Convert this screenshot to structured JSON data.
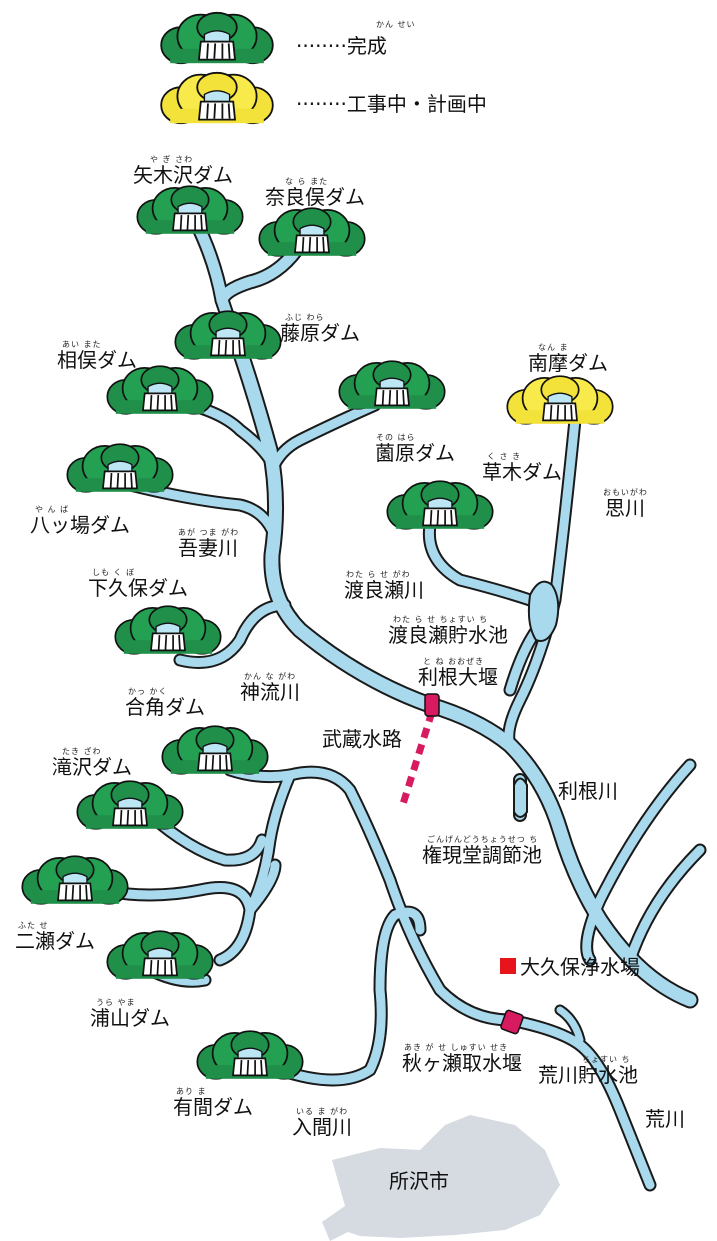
{
  "legend": {
    "completed": {
      "dots": "········",
      "label": "完成",
      "ruby": "かん せい",
      "color": "#1f8f4a"
    },
    "planned": {
      "dots": "········",
      "label": "工事中・計画中",
      "color": "#f2e23a"
    }
  },
  "colors": {
    "river": "#a9d9ec",
    "river_outline": "#1a1a1a",
    "dam_done": "#1f8f4a",
    "dam_plan": "#f2e23a",
    "weir": "#d81b60",
    "plant": "#e8141c",
    "city": "#d5dbe0"
  },
  "dams": [
    {
      "id": "yagisawa",
      "name": "矢木沢ダム",
      "ruby": "や ぎ さわ",
      "status": "complete"
    },
    {
      "id": "narамata",
      "name": "奈良俣ダム",
      "ruby": "な ら また",
      "status": "complete"
    },
    {
      "id": "fujiwara",
      "name": "藤原ダム",
      "ruby": "ふじ わら",
      "status": "complete"
    },
    {
      "id": "aimata",
      "name": "相俣ダム",
      "ruby": "あい また",
      "status": "complete"
    },
    {
      "id": "sonohara",
      "name": "薗原ダム",
      "ruby": "その はら",
      "status": "complete"
    },
    {
      "id": "nanma",
      "name": "南摩ダム",
      "ruby": "なん ま",
      "status": "planned"
    },
    {
      "id": "kusaki",
      "name": "草木ダム",
      "ruby": "く さ き",
      "status": "complete"
    },
    {
      "id": "yanba",
      "name": "八ッ場ダム",
      "ruby": "や ん ば",
      "status": "complete"
    },
    {
      "id": "shimokubo",
      "name": "下久保ダム",
      "ruby": "しも く ぼ",
      "status": "complete"
    },
    {
      "id": "kakkaku",
      "name": "合角ダム",
      "ruby": "かっ かく",
      "status": "complete"
    },
    {
      "id": "takizawa",
      "name": "滝沢ダム",
      "ruby": "たき ざわ",
      "status": "complete"
    },
    {
      "id": "futase",
      "name": "二瀬ダム",
      "ruby": "ふた せ",
      "status": "complete"
    },
    {
      "id": "urayama",
      "name": "浦山ダム",
      "ruby": "うら やま",
      "status": "complete"
    },
    {
      "id": "arima",
      "name": "有間ダム",
      "ruby": "あり ま",
      "status": "complete"
    }
  ],
  "rivers": {
    "agatsuma": {
      "name": "吾妻川",
      "ruby": "あが つま がわ"
    },
    "omoigawa": {
      "name": "思川",
      "ruby": "おもいがわ"
    },
    "watarase": {
      "name": "渡良瀬川",
      "ruby": "わた ら せ がわ"
    },
    "kanna": {
      "name": "神流川",
      "ruby": "かん な がわ"
    },
    "tone": {
      "name": "利根川"
    },
    "iruma": {
      "name": "入間川",
      "ruby": "いる ま がわ"
    },
    "ara": {
      "name": "荒川"
    }
  },
  "facilities": {
    "watarase_reservoir": {
      "name": "渡良瀬貯水池",
      "ruby": "わた ら せ ちょすい ち"
    },
    "tone_weir": {
      "name": "利根大堰",
      "ruby": "と ね おおぜき"
    },
    "musashi_canal": {
      "name": "武蔵水路"
    },
    "gongendo": {
      "name": "権現堂調節池",
      "ruby": "ごんげんどうちょうせつ ち"
    },
    "okubo_plant": {
      "name": "大久保浄水場"
    },
    "akigase_weir": {
      "name": "秋ヶ瀬取水堰",
      "ruby": "あき が せ しゅすい せき"
    },
    "arakawa_reservoir": {
      "name": "荒川貯水池",
      "ruby": "ちょすい ち"
    }
  },
  "city": {
    "name": "所沢市"
  }
}
